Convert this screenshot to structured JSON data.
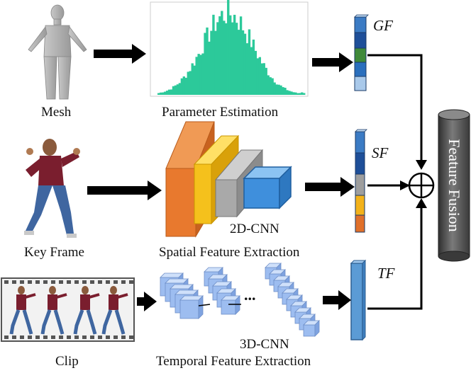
{
  "labels": {
    "mesh": "Mesh",
    "parameter_estimation": "Parameter Estimation",
    "key_frame": "Key Frame",
    "spatial_feature_extraction": "Spatial Feature Extraction",
    "cnn2d": "2D-CNN",
    "clip": "Clip",
    "cnn3d": "3D-CNN",
    "temporal_feature_extraction": "Temporal Feature Extraction",
    "ellipsis": "...",
    "gf": "GF",
    "sf": "SF",
    "tf": "TF",
    "feature_fusion": "Feature Fusion"
  },
  "colors": {
    "histogram": "#2cc99a",
    "cnn2d_blocks": [
      "#e8792e",
      "#f5c11c",
      "#a9a9a9",
      "#3f8fdc"
    ],
    "gf_vector": [
      "#3b7bc4",
      "#1e4f99",
      "#3f8a3a",
      "#2a6fbd",
      "#a9c9ea"
    ],
    "sf_vector": [
      "#3b7bc4",
      "#1e4f99",
      "#9e9e9e",
      "#f3b21a",
      "#e0702a"
    ],
    "tf_vector": "#5b9bd5",
    "cylinder": "#4f4f4f"
  }
}
